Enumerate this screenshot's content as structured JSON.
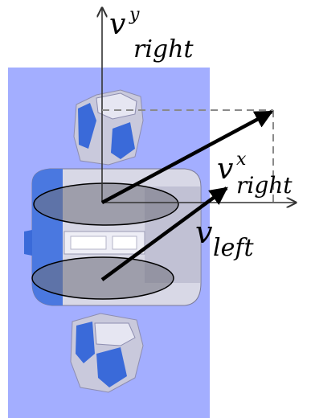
{
  "labels": {
    "v_right_y": {
      "base": "v",
      "sup": "y",
      "sub": "right"
    },
    "v_right_x": {
      "base": "v",
      "sup": "x",
      "sub": "right"
    },
    "v_left": {
      "base": "v",
      "sub": "left"
    }
  },
  "colors": {
    "panel": "#a3aeff",
    "body": "#d8d8e6",
    "body_shadow": "#9a9bb4",
    "blue_trim": "#3a6ad9",
    "wheel": "#6f6f7a",
    "arrow": "#000000",
    "axis": "#333333",
    "dashed": "#8a8a8a"
  },
  "icons": [
    "robot-chassis",
    "gripper-arm"
  ]
}
